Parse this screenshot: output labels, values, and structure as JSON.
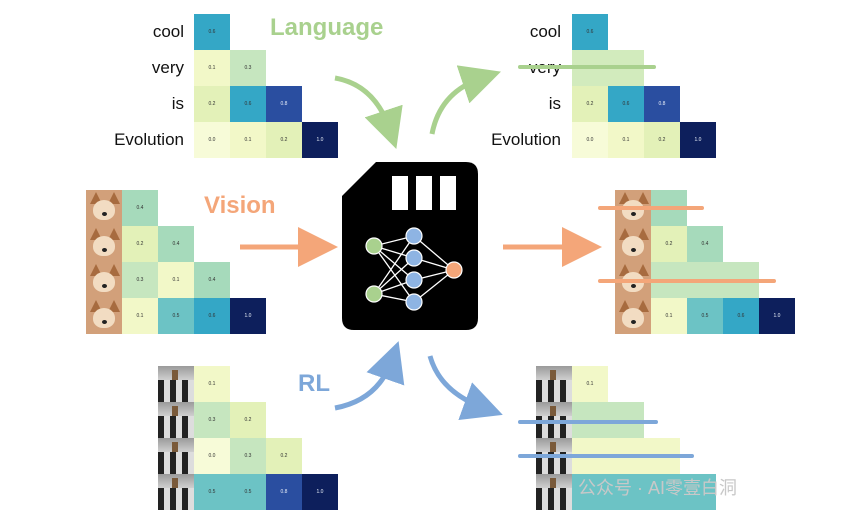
{
  "colors": {
    "language": "#a9d18e",
    "vision": "#f4a679",
    "rl": "#7da7d9",
    "chip": "#000000",
    "strike_lang": "#a9d18e",
    "strike_vision": "#f4a679",
    "strike_rl": "#7da7d9"
  },
  "labels": {
    "language": "Language",
    "vision": "Vision",
    "rl": "RL"
  },
  "language_words": [
    "cool",
    "very",
    "is",
    "Evolution"
  ],
  "language_matrix": [
    [
      "0.6"
    ],
    [
      "0.1",
      "0.3"
    ],
    [
      "0.2",
      "0.6",
      "0.8"
    ],
    [
      "0.0",
      "0.1",
      "0.2",
      "1.0"
    ]
  ],
  "language_matrix_right": [
    [
      "0.6"
    ],
    [
      "",
      ""
    ],
    [
      "0.2",
      "0.6",
      "0.8"
    ],
    [
      "0.0",
      "0.1",
      "0.2",
      "1.0"
    ]
  ],
  "vision_matrix": [
    [
      "0.4"
    ],
    [
      "0.2",
      "0.4"
    ],
    [
      "0.3",
      "0.1",
      "0.4"
    ],
    [
      "0.1",
      "0.5",
      "0.6",
      "1.0"
    ]
  ],
  "vision_matrix_right": [
    [
      ""
    ],
    [
      "0.2",
      "0.4"
    ],
    [
      "",
      "",
      ""
    ],
    [
      "0.1",
      "0.5",
      "0.6",
      "1.0"
    ]
  ],
  "rl_matrix": [
    [
      "0.1"
    ],
    [
      "0.3",
      "0.2"
    ],
    [
      "0.0",
      "0.3",
      "0.2"
    ],
    [
      "0.5",
      "0.5",
      "0.8",
      "1.0"
    ]
  ],
  "rl_matrix_right": [
    [
      "0.1"
    ],
    [
      "",
      ""
    ],
    [
      "",
      "",
      ""
    ],
    [
      "",
      "",
      "",
      ""
    ]
  ],
  "watermark": "公众号 · AI零壹白洞"
}
